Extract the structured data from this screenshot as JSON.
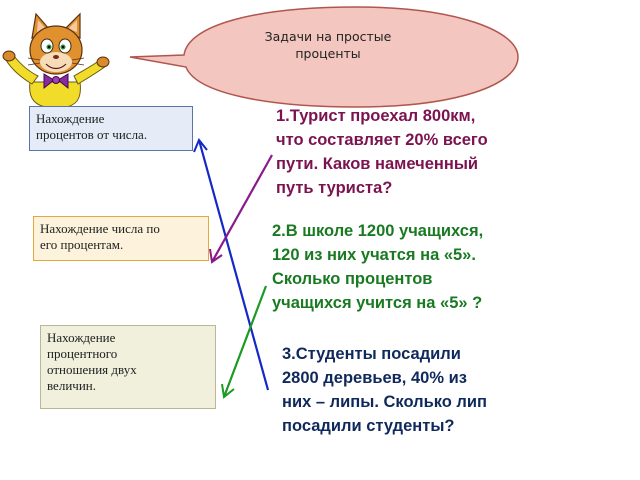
{
  "bubble": {
    "line1": "Задачи на простые",
    "line2": "проценты"
  },
  "boxes": [
    {
      "lines": [
        "Нахождение",
        "процентов от числа."
      ]
    },
    {
      "lines": [
        "Нахождение числа по",
        "его процентам."
      ]
    },
    {
      "lines": [
        "Нахождение",
        "процентного",
        "отношения двух",
        "величин."
      ]
    }
  ],
  "tasks": [
    {
      "lines": [
        "1.Турист проехал 800км,",
        "что составляет 20% всего",
        "пути. Каков намеченный",
        "путь туриста?"
      ]
    },
    {
      "lines": [
        "2.В школе 1200 учащихся,",
        "120 из них учатся на «5».",
        "Сколько процентов",
        "учащихся учится на «5» ?"
      ]
    },
    {
      "lines": [
        "3.Студенты посадили",
        "2800 деревьев, 40% из",
        "них – липы. Сколько лип",
        "посадили студенты?"
      ]
    }
  ],
  "colors": {
    "bubble_fill": "#f4c6c0",
    "bubble_stroke": "#b0564e",
    "task1": "#7b1350",
    "task2": "#1a7a22",
    "task3": "#10295c",
    "arrow_blue": "#1428c8",
    "arrow_purple": "#8a1a8a",
    "arrow_green": "#1b9a24"
  },
  "icons": {
    "mascot": "cartoon-cat-icon"
  }
}
